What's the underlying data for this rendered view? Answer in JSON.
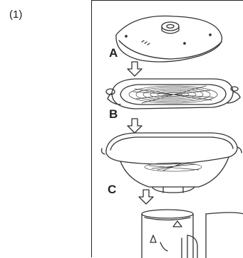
{
  "step": "(1)",
  "labels": {
    "a": "A",
    "b": "B",
    "c": "C"
  }
}
